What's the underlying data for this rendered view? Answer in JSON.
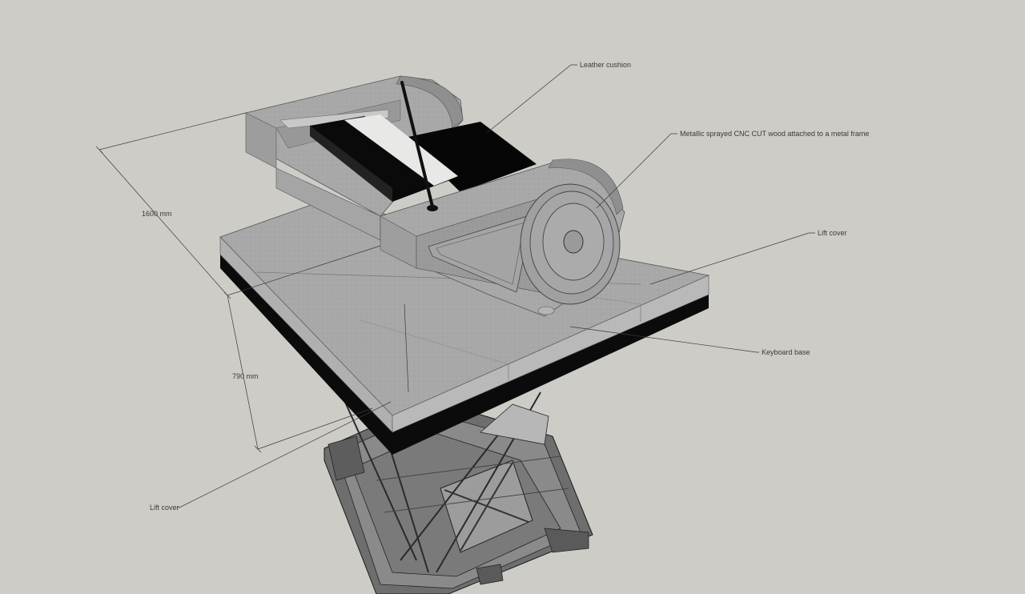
{
  "labels": {
    "leather_cushion": "Leather cushion",
    "metallic_frame": "Metallic sprayed CNC CUT wood attached to a metal frame",
    "lift_cover_right": "Lift cover",
    "keyboard_base": "Keyboard base",
    "lift_cover_left": "Lift cover"
  },
  "dimensions": {
    "length": "1600 mm",
    "height": "790 mm"
  },
  "colors": {
    "background": "#cdccc7",
    "body_grey": "#a9a9a9",
    "dark_grey": "#7c7c7c",
    "black": "#0b0b0b",
    "white": "#ececea"
  }
}
